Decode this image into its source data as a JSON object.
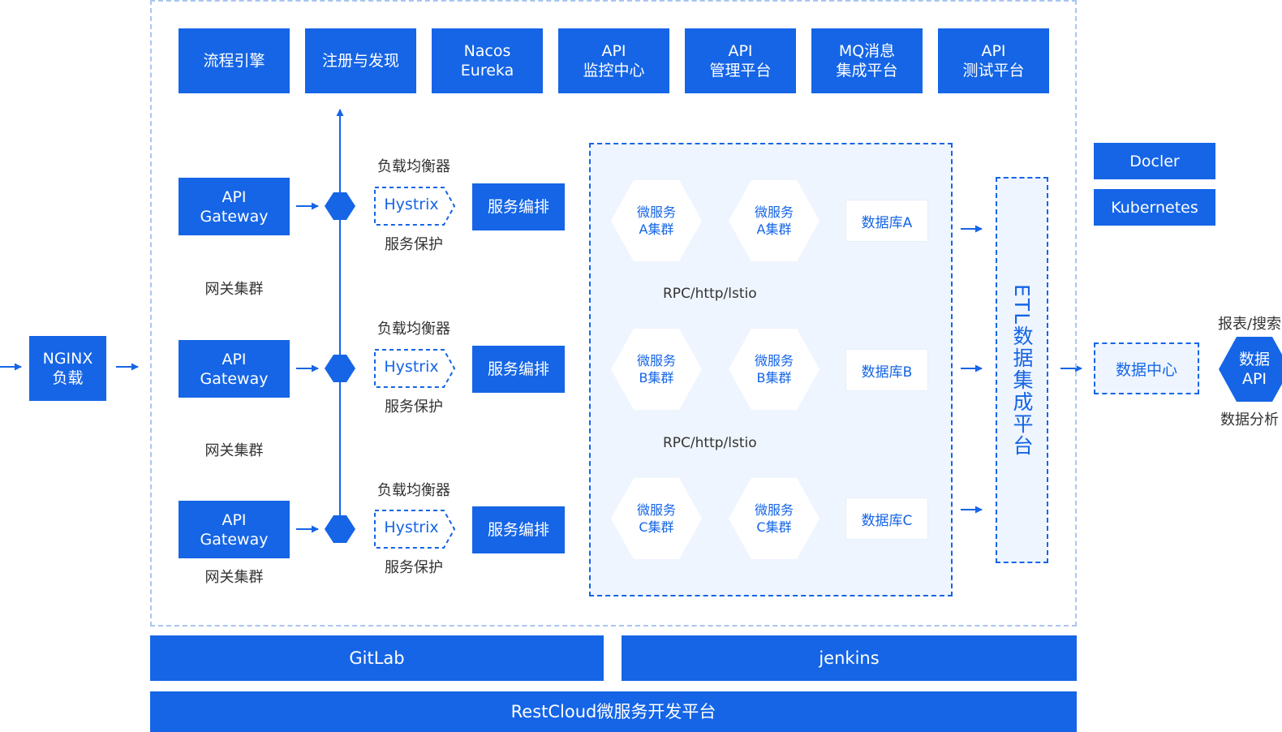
{
  "top_row": [
    "流程引擎",
    "注册与发现",
    "Nacos\nEureka",
    "API\n监控中心",
    "API\n管理平台",
    "MQ消息\n集成平台",
    "API\n测试平台"
  ],
  "nginx": "NGINX\n负载",
  "gateways": [
    {
      "label": "API\nGateway",
      "cluster": "网关集群"
    },
    {
      "label": "API\nGateway",
      "cluster": "网关集群"
    },
    {
      "label": "API\nGateway",
      "cluster": "网关集群"
    }
  ],
  "load_balancer_label": "负载均衡器",
  "hystrix_label": "Hystrix",
  "protection_label": "服务保护",
  "orchestration_label": "服务编排",
  "microservices": [
    [
      "微服务\nA集群",
      "微服务\nA集群"
    ],
    [
      "微服务\nB集群",
      "微服务\nB集群"
    ],
    [
      "微服务\nC集群",
      "微服务\nC集群"
    ]
  ],
  "databases": [
    "数据库A",
    "数据库B",
    "数据库C"
  ],
  "rpc_label": "RPC/http/lstio",
  "etl": "ETL数据集成平台",
  "docker": "Docler",
  "kubernetes": "Kubernetes",
  "data_center": "数据中心",
  "data_api": "数据\nAPI",
  "report_search": "报表/搜索",
  "data_analysis": "数据分析",
  "gitlab": "GitLab",
  "jenkins": "jenkins",
  "platform": "RestCloud微服务开发平台",
  "colors": {
    "primary": "#1565e6",
    "panel_bg": "#eff5fe",
    "outer_dash": "#a9c6f0",
    "text": "#333333"
  }
}
